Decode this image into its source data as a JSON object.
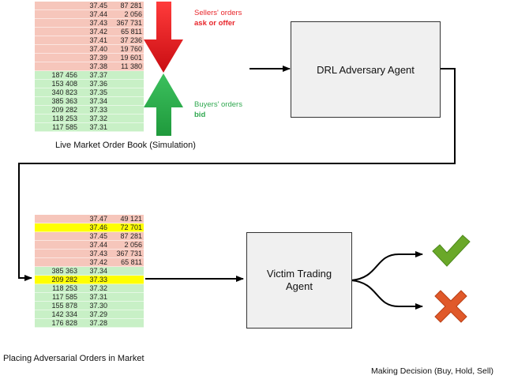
{
  "top_book": {
    "caption": "Live Market Order Book (Simulation)",
    "asks": [
      {
        "price": "37.45",
        "volume": "87 281"
      },
      {
        "price": "37.44",
        "volume": "2 056"
      },
      {
        "price": "37.43",
        "volume": "367 731"
      },
      {
        "price": "37.42",
        "volume": "65 811"
      },
      {
        "price": "37.41",
        "volume": "37 236"
      },
      {
        "price": "37.40",
        "volume": "19 760"
      },
      {
        "price": "37.39",
        "volume": "19 601"
      },
      {
        "price": "37.38",
        "volume": "11 380"
      }
    ],
    "bids": [
      {
        "volume": "187 456",
        "price": "37.37"
      },
      {
        "volume": "153 408",
        "price": "37.36"
      },
      {
        "volume": "340 823",
        "price": "37.35"
      },
      {
        "volume": "385 363",
        "price": "37.34"
      },
      {
        "volume": "209 282",
        "price": "37.33"
      },
      {
        "volume": "118 253",
        "price": "37.32"
      },
      {
        "volume": "117 585",
        "price": "37.31"
      }
    ],
    "sellers_label": "Sellers' orders",
    "sellers_sublabel": "ask or offer",
    "buyers_label": "Buyers' orders",
    "buyers_sublabel": "bid"
  },
  "drl_agent": "DRL Adversary Agent",
  "bottom_book": {
    "caption": "Placing Adversarial Orders in Market",
    "asks": [
      {
        "price": "37.47",
        "volume": "49 121",
        "highlight": false
      },
      {
        "price": "37.46",
        "volume": "72 701",
        "highlight": true
      },
      {
        "price": "37.45",
        "volume": "87 281",
        "highlight": false
      },
      {
        "price": "37.44",
        "volume": "2 056",
        "highlight": false
      },
      {
        "price": "37.43",
        "volume": "367 731",
        "highlight": false
      },
      {
        "price": "37.42",
        "volume": "65 811",
        "highlight": false
      }
    ],
    "bids": [
      {
        "volume": "385 363",
        "price": "37.34",
        "highlight": false
      },
      {
        "volume": "209 282",
        "price": "37.33",
        "highlight": true
      },
      {
        "volume": "118 253",
        "price": "37.32",
        "highlight": false
      },
      {
        "volume": "117 585",
        "price": "37.31",
        "highlight": false
      },
      {
        "volume": "155 878",
        "price": "37.30",
        "highlight": false
      },
      {
        "volume": "142 334",
        "price": "37.29",
        "highlight": false
      },
      {
        "volume": "176 828",
        "price": "37.28",
        "highlight": false
      }
    ]
  },
  "victim_agent": "Victim Trading Agent",
  "decision_caption": "Making Decision (Buy, Hold, Sell)",
  "colors": {
    "ask_fill": "#f6c6bb",
    "bid_fill": "#c8f0c6",
    "highlight": "#ffff00",
    "sell_arrow": "#e8262b",
    "buy_arrow": "#2fa84f",
    "sellers_text": "#e8262b",
    "buyers_text": "#2fa84f",
    "check": "#6aa829",
    "cross": "#e0592a"
  },
  "icons": [
    "check-icon",
    "cross-icon"
  ]
}
